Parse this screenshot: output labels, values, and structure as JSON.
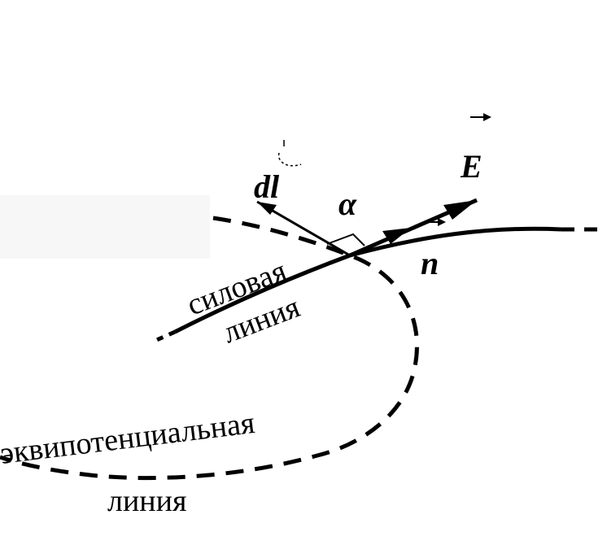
{
  "labels": {
    "field_vector": "E",
    "displacement_vector": "dl",
    "angle": "α",
    "normal": "n",
    "field_line_word1": "силовая",
    "field_line_word2": "линия",
    "equipotential_word1": "эквипотенциальная",
    "equipotential_word2": "линия"
  },
  "colors": {
    "ink": "#000000",
    "background": "#ffffff",
    "faint_patch": "#f6f6f6"
  }
}
